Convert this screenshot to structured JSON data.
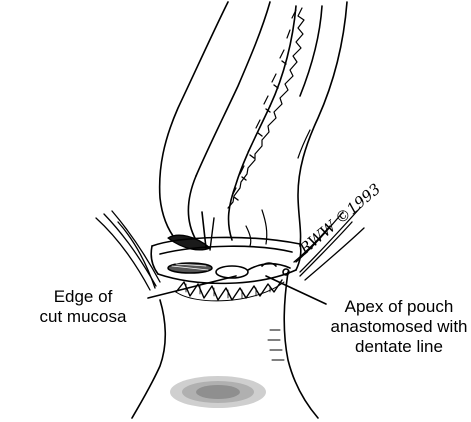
{
  "labels": {
    "left": {
      "line1": "Edge of",
      "line2": "cut mucosa"
    },
    "right": {
      "line1": "Apex of pouch",
      "line2": "anastomosed with",
      "line3": "dentate line"
    }
  },
  "signature": "RWW ©1993"
}
